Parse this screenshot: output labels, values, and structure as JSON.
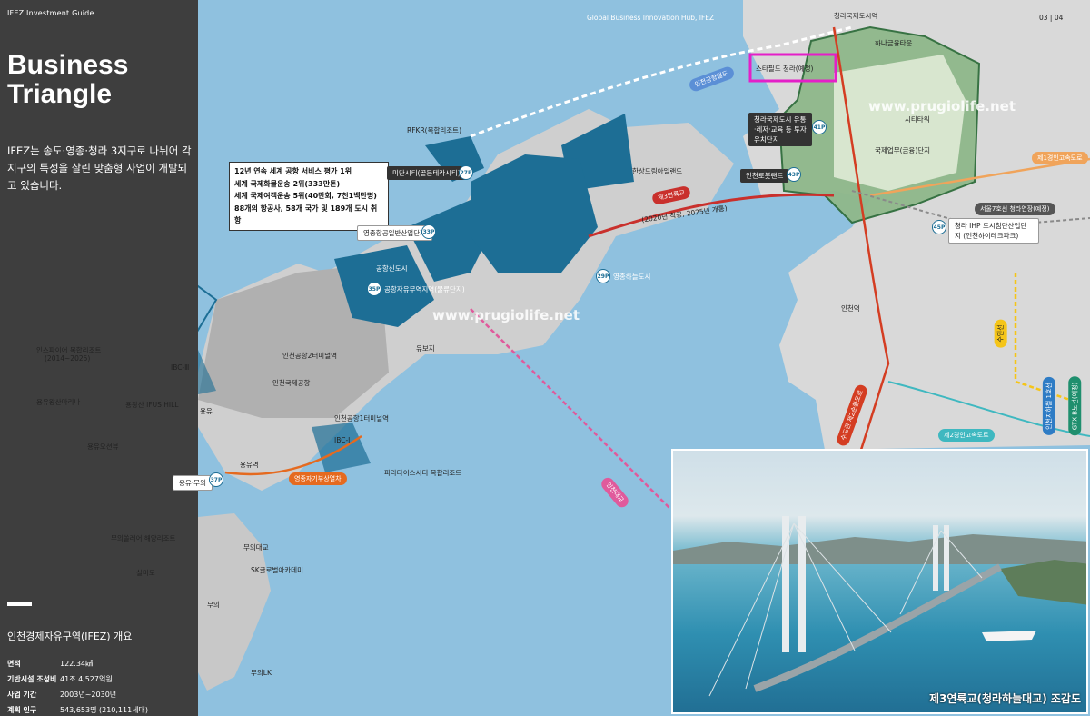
{
  "side": {
    "guide": "IFEZ Investment Guide",
    "title_line1": "Business",
    "title_line2": "Triangle",
    "intro": "IFEZ는 송도·영종·청라 3지구로 나뉘어 각 지구의 특성을 살린 맞춤형 사업이 개발되고 있습니다.",
    "overview_title": "인천경제자유구역(IFEZ) 개요",
    "overview": [
      {
        "key": "면적",
        "value": "122.34㎢"
      },
      {
        "key": "기반시설 조성비",
        "value": "41조 4,527억원"
      },
      {
        "key": "사업 기간",
        "value": "2003년~2030년"
      },
      {
        "key": "계획 인구",
        "value": "543,653명 (210,111세대)"
      }
    ]
  },
  "map": {
    "header": "Global Business Innovation Hub, IFEZ",
    "page_numbers": "03 | 04",
    "watermark": "www.prugiolife.net",
    "callout": [
      "12년 연속 세계 공항 서비스 평가 1위",
      "세계 국제화물운송 2위(333만톤)",
      "세계 국제여객운송 5위(40만회, 7천1백만명)",
      "88개의 항공사, 58개 국가 및 189개 도시 취항"
    ],
    "labels": {
      "rfkr": "RFKR(복합리조트)",
      "midan": "미단시티(골든테라시티)",
      "hansang": "한상드림아일랜드",
      "yeongjong_industrial": "영종항공일반산업단지",
      "airport_new_city": "공항신도시",
      "airport_free_zone": "공항자유무역지역(물류단지)",
      "yeongjong_sky": "영종하늘도시",
      "yubo": "유보지",
      "terminal2": "인천공항2터미널역",
      "airport": "인천국제공항",
      "terminal1": "인천공항1터미널역",
      "ibc3": "IBC-Ⅲ",
      "ibc1": "IBC-Ⅰ",
      "inspire": "인스파이어 복합리조트",
      "inspire_years": "(2014~2025)",
      "yongyu_marina": "용유왕산마리나",
      "yongyu_ocean": "용유오션뷰",
      "wangsan": "용왕산 IFUS HILL",
      "yongyu": "용유",
      "yongyu_station": "용유역",
      "yongyu_muui": "용유·무의",
      "maglev": "영종자기부상열차",
      "paradise": "파라다이스시티 복합리조트",
      "muui_bridge": "무의대교",
      "muui_resort": "무의쏠레어 해양리조트",
      "silmido": "실미도",
      "sk_academy": "SK글로벌아카데미",
      "muui": "무의",
      "muui_lk": "무의LK",
      "cheongna_station": "청라국제도시역",
      "hana_town": "하나금융타운",
      "starfield": "스타필드 청라(예정)",
      "city_tower": "시티타워",
      "intl_business": "국제업무(금융)단지",
      "cheongna_cluster": "청라국제도시 유통·레저·교육 등 투자유치단지",
      "robot_land": "인천로봇랜드",
      "cheongna_ihp": "청라 IHP 도시첨단산업단지 (인천하이테크파크)",
      "incheon_station": "인천역",
      "airport_rail": "인천공항철도",
      "third_bridge": "제3연륙교",
      "third_bridge_note": "(2020년 착공, 2025년 개통)",
      "incheon_bridge": "인천대교",
      "gyeongin1": "제1경인고속도로",
      "gyeongin2": "제2경인고속도로",
      "seoul7": "서울7호선 청라연장(예정)",
      "suin": "수인선",
      "sudo_ring": "수도권 제2순환도로",
      "incheon1": "인천지하철 1호선",
      "gtxb": "GTX B노선(예정)"
    },
    "pins": {
      "p27": "27P",
      "p33": "33P",
      "p35": "35P",
      "p29": "29P",
      "p37": "37P",
      "p41": "41P",
      "p43": "43P",
      "p45": "45P"
    }
  },
  "inset": {
    "caption": "제3연륙교(청라하늘대교) 조감도"
  },
  "colors": {
    "sea": "#8fc1df",
    "zone_blue": "#1d6e95",
    "cheongna_green": "#2f6d3c",
    "third_bridge_red": "#c9302c",
    "rail_blue_dashed": "#5b8fd6",
    "maglev_orange": "#e56a1f",
    "starfield_magenta": "#e41fc8"
  }
}
